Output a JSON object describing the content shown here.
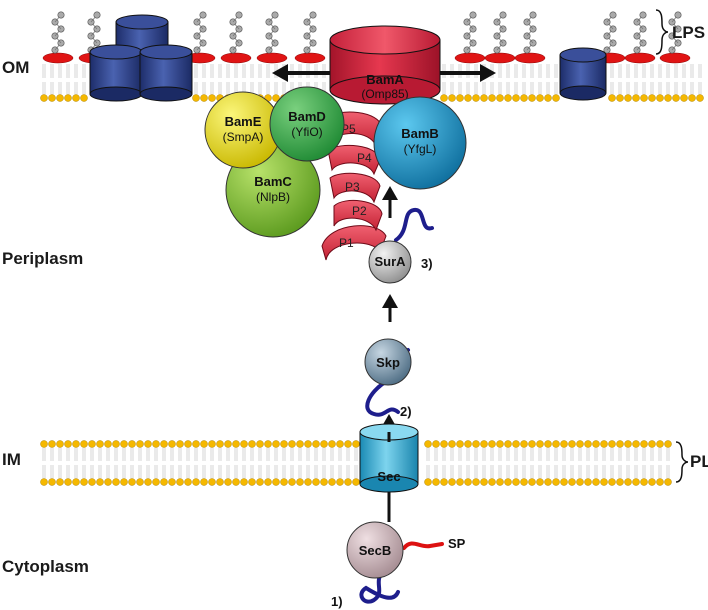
{
  "regions": {
    "om": "OM",
    "periplasm": "Periplasm",
    "im": "IM",
    "cytoplasm": "Cytoplasm"
  },
  "brackets": {
    "lps": "LPS",
    "pl": "PL"
  },
  "proteins": {
    "bama": {
      "name": "BamA",
      "alias": "(Omp85)"
    },
    "bamb": {
      "name": "BamB",
      "alias": "(YfgL)"
    },
    "bamc": {
      "name": "BamC",
      "alias": "(NlpB)"
    },
    "bamd": {
      "name": "BamD",
      "alias": "(YfiO)"
    },
    "bame": {
      "name": "BamE",
      "alias": "(SmpA)"
    },
    "sura": "SurA",
    "skp": "Skp",
    "sec": "Sec",
    "secb": "SecB"
  },
  "potra": [
    "P5",
    "P4",
    "P3",
    "P2",
    "P1"
  ],
  "steps": {
    "one": "1)",
    "two": "2)",
    "three": "3)"
  },
  "signal_peptide": "SP",
  "colors": {
    "bama": "#d9304a",
    "bamb": "#1c95c9",
    "bamc": "#8cc43c",
    "bamd": "#3aaa4a",
    "bame": "#e9e31d",
    "omp": "#2a3f8a",
    "lipid_head": "#f5b800",
    "lps_core": "#e01414",
    "sec": "#4cb8d9",
    "chain": "#1e1e8c",
    "signal": "#dd1111"
  }
}
